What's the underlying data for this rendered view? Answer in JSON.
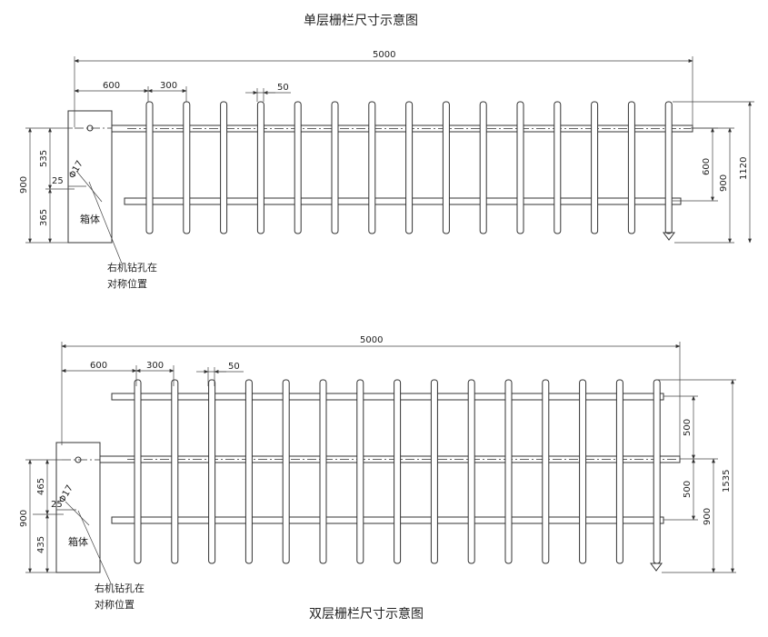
{
  "diagrams": [
    {
      "title": "单层栅栏尺寸示意图",
      "dims": {
        "total_length": "5000",
        "first_offset": "600",
        "spacing": "300",
        "bar_width": "50",
        "left_height": "900",
        "upper_part": "535",
        "lower_part": "365",
        "hole_offset": "25",
        "hole_diameter": "Φ17",
        "rail_gap": "600",
        "right_height": "900",
        "overall_height": "1120"
      },
      "box_label": "箱体",
      "note": [
        "右机钻孔在",
        "对称位置"
      ]
    },
    {
      "title": "双层栅栏尺寸示意图",
      "dims": {
        "total_length": "5000",
        "first_offset": "600",
        "spacing": "300",
        "bar_width": "50",
        "left_height": "900",
        "upper_part": "465",
        "lower_part": "435",
        "hole_offset": "25",
        "hole_diameter": "Φ17",
        "rail_gap_upper": "500",
        "rail_gap_lower": "500",
        "right_height": "900",
        "overall_height": "1535"
      },
      "box_label": "箱体",
      "note": [
        "右机钻孔在",
        "对称位置"
      ]
    }
  ]
}
